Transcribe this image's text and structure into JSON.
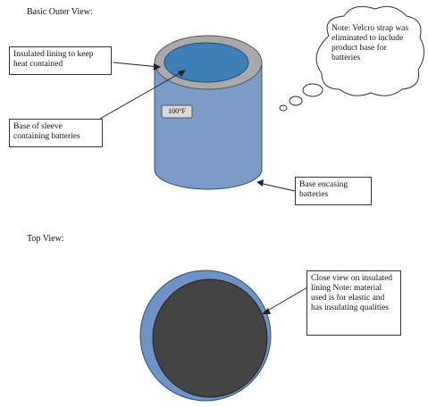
{
  "outer_view": {
    "heading": "Basic Outer View:",
    "label_lining": "Insulated lining to keep heat contained",
    "label_base_sleeve": "Base of sleeve containing batteries",
    "temperature_display": "100°F",
    "note_cloud": "Note: Velcro strap was eliminated to include product base for batteries",
    "label_base_encasing": "Base encasing batteries"
  },
  "top_view": {
    "heading": "Top View:",
    "label_close_view": "Close view on insulated lining Note: material used is for elastic and has insulating qualities"
  },
  "colors": {
    "cylinder_body": "#7a9cc6",
    "cylinder_rim": "#a9a9a9",
    "cylinder_top": "#3f7fb8",
    "outer_ring": "#6f93c5",
    "inner_disc": "#444444"
  }
}
